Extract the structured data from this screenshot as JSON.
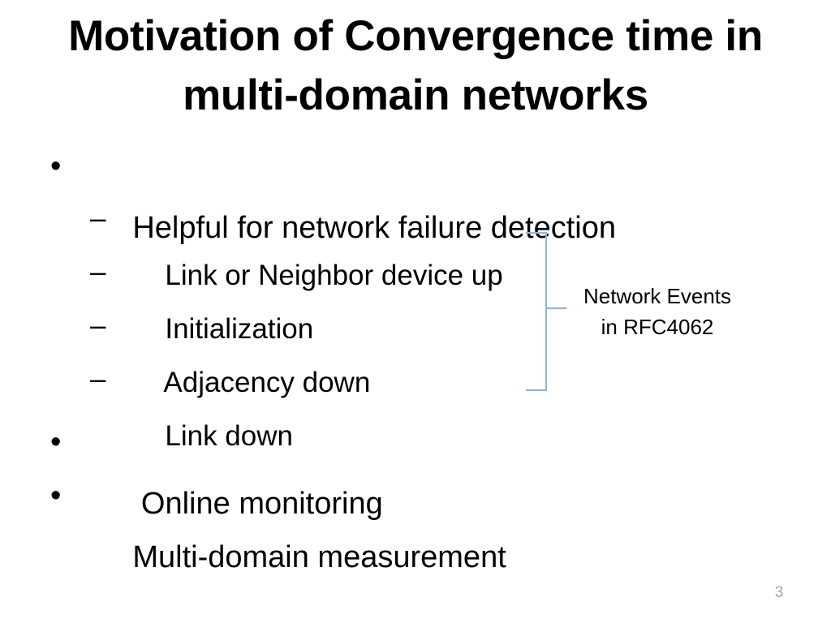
{
  "slide": {
    "background_color": "#ffffff",
    "title": {
      "lines": [
        "Motivation of Convergence time in",
        "multi-domain networks"
      ],
      "color": "#000000"
    },
    "body": {
      "bullet_marker_level1": "•",
      "bullet_marker_level2": "–",
      "items": [
        {
          "level": 1,
          "text": "Helpful for network failure detection"
        },
        {
          "level": 2,
          "text": "Link or Neighbor device up"
        },
        {
          "level": 2,
          "text": "Initialization"
        },
        {
          "level": 2,
          "text": "Adjacency down"
        },
        {
          "level": 2,
          "text": "Link down"
        },
        {
          "level": 1,
          "text": " Online monitoring"
        },
        {
          "level": 1,
          "text": "Multi-domain measurement"
        }
      ]
    },
    "annotation": {
      "brace_color": "#95b3d7",
      "lines": [
        "Network Events",
        "in RFC4062"
      ],
      "color": "#000000"
    },
    "slide_number": "3",
    "slide_number_color": "#a6a6a6"
  }
}
